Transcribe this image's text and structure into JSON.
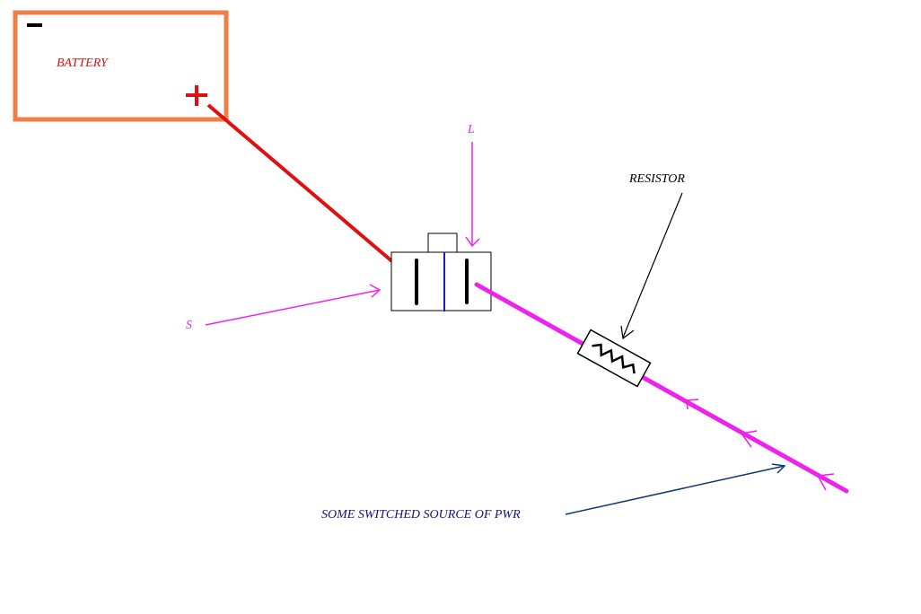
{
  "labels": {
    "battery": "BATTERY",
    "l_terminal": "L",
    "s_terminal": "S",
    "resistor": "RESISTOR",
    "source": "SOME SWITCHED SOURCE OF PWR"
  },
  "colors": {
    "battery_box": "#f07f45",
    "positive_wire": "#e01010",
    "switched_wire": "#ee22ee",
    "divider": "#1a1acc",
    "source_arrow": "#0b3a6e",
    "text_source": "#14147a"
  }
}
